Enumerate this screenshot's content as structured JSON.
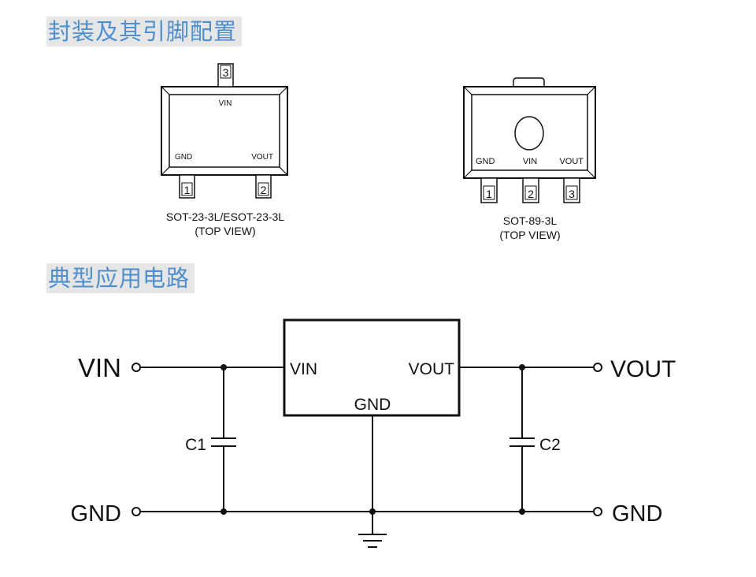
{
  "headings": {
    "pinout": "封装及其引脚配置",
    "circuit": "典型应用电路"
  },
  "sot23": {
    "pin3_number": "3",
    "pin1_number": "1",
    "pin2_number": "2",
    "label_vin": "VIN",
    "label_gnd": "GND",
    "label_vout": "VOUT",
    "caption_line1": "SOT-23-3L/ESOT-23-3L",
    "caption_line2": "(TOP VIEW)"
  },
  "sot89": {
    "pin1_number": "1",
    "pin2_number": "2",
    "pin3_number": "3",
    "label_gnd": "GND",
    "label_vin": "VIN",
    "label_vout": "VOUT",
    "caption_line1": "SOT-89-3L",
    "caption_line2": "(TOP VIEW)"
  },
  "circuit": {
    "vin_terminal": "VIN",
    "vout_terminal": "VOUT",
    "gnd_left_terminal": "GND",
    "gnd_right_terminal": "GND",
    "ic_vin": "VIN",
    "ic_vout": "VOUT",
    "ic_gnd": "GND",
    "c1_label": "C1",
    "c2_label": "C2"
  }
}
